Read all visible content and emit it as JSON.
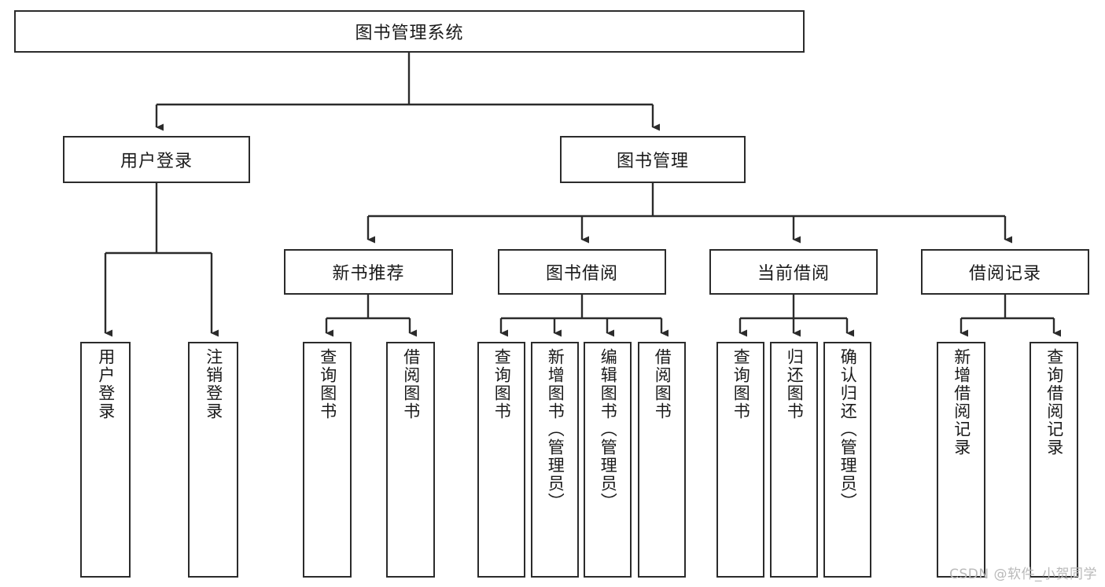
{
  "diagram": {
    "title": "图书管理系统",
    "type": "tree-hierarchy",
    "root": {
      "label": "图书管理系统"
    },
    "level2": [
      {
        "id": "user-login",
        "label": "用户登录"
      },
      {
        "id": "book-management",
        "label": "图书管理"
      }
    ],
    "level3": [
      {
        "id": "new-book-recommend",
        "label": "新书推荐",
        "parent": "book-management"
      },
      {
        "id": "book-borrow",
        "label": "图书借阅",
        "parent": "book-management"
      },
      {
        "id": "current-borrow",
        "label": "当前借阅",
        "parent": "book-management"
      },
      {
        "id": "borrow-record",
        "label": "借阅记录",
        "parent": "book-management"
      }
    ],
    "leaves": [
      {
        "id": "leaf-user-login",
        "label": "用户登录",
        "parent": "user-login"
      },
      {
        "id": "leaf-logout-login",
        "label": "注销登录",
        "parent": "user-login"
      },
      {
        "id": "leaf-query-book-1",
        "label": "查询图书",
        "parent": "new-book-recommend"
      },
      {
        "id": "leaf-borrow-book-1",
        "label": "借阅图书",
        "parent": "new-book-recommend"
      },
      {
        "id": "leaf-query-book-2",
        "label": "查询图书",
        "parent": "book-borrow"
      },
      {
        "id": "leaf-add-book",
        "label": "新增图书（管理员）",
        "parent": "book-borrow"
      },
      {
        "id": "leaf-edit-book",
        "label": "编辑图书（管理员）",
        "parent": "book-borrow"
      },
      {
        "id": "leaf-borrow-book-2",
        "label": "借阅图书",
        "parent": "book-borrow"
      },
      {
        "id": "leaf-query-book-3",
        "label": "查询图书",
        "parent": "current-borrow"
      },
      {
        "id": "leaf-return-book",
        "label": "归还图书",
        "parent": "current-borrow"
      },
      {
        "id": "leaf-confirm-return",
        "label": "确认归还（管理员）",
        "parent": "current-borrow"
      },
      {
        "id": "leaf-add-record",
        "label": "新增借阅记录",
        "parent": "borrow-record"
      },
      {
        "id": "leaf-query-record",
        "label": "查询借阅记录",
        "parent": "borrow-record"
      }
    ],
    "watermark": "CSDN @软件_小贺同学",
    "colors": {
      "stroke": "#2b2b2b",
      "fill": "#ffffff",
      "text": "#1a1a1a",
      "watermark": "#b9b9b9"
    }
  }
}
